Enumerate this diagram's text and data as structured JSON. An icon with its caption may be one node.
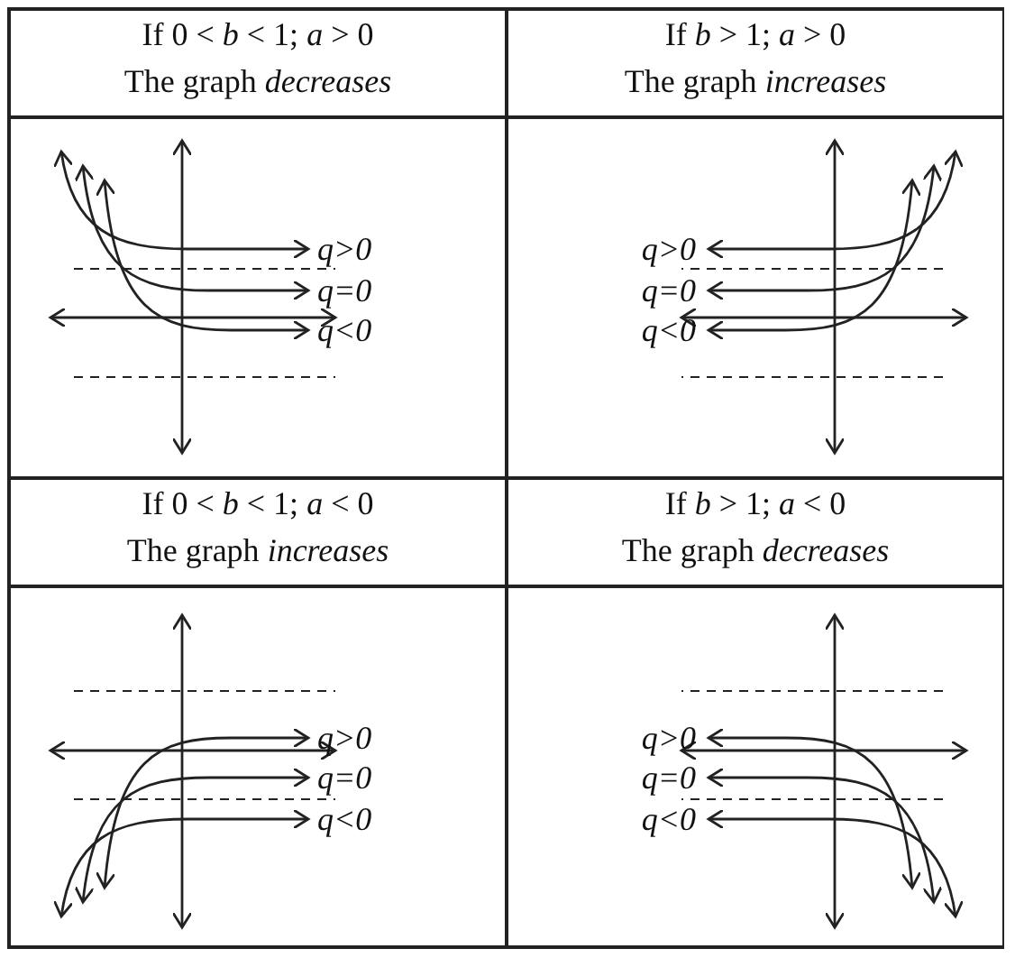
{
  "diagram": {
    "labels": [
      "If 0 < *b* < 1; *a* > 0",
      "The graph *decreases*",
      "If *b* > 1; *a* > 0",
      "The graph *increases*",
      "*q*>0",
      "*q*=0",
      "*q*<0",
      "*q*>0",
      "*q*=0",
      "*q*<0",
      "If 0 < *b* < 1; *a* < 0",
      "The graph *increases*",
      "If *b* > 1; *a* < 0",
      "The graph *decreases*",
      "*q*>0",
      "*q*=0",
      "*q*<0",
      "*q*>0",
      "*q*=0",
      "*q*<0"
    ]
  }
}
